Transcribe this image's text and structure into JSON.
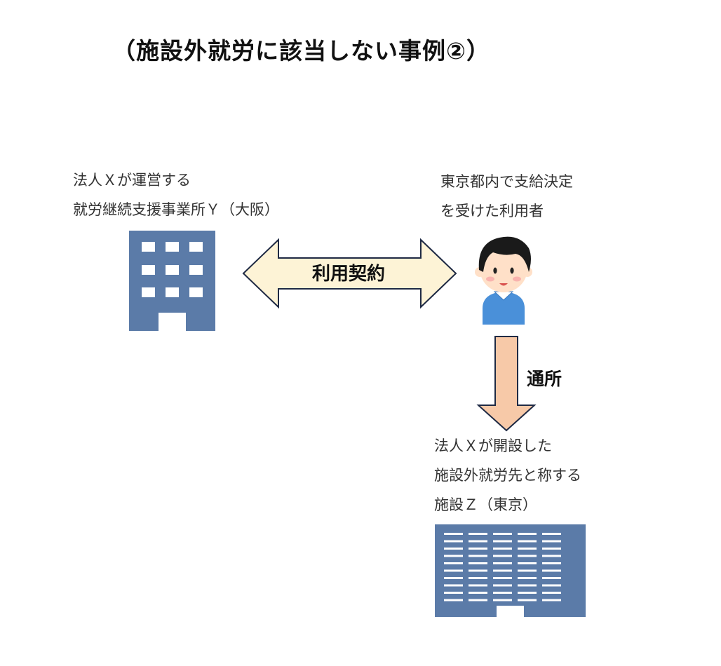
{
  "title": "（施設外就労に該当しない事例②）",
  "office_y": {
    "lines": [
      "法人Ｘが運営する",
      "就労継続支援事業所Ｙ（大阪）"
    ],
    "icon": "office-building-icon"
  },
  "user": {
    "lines": [
      "東京都内で支給決定",
      "を受けた利用者"
    ],
    "icon": "person-icon"
  },
  "facility_z": {
    "lines": [
      "法人Ｘが開設した",
      "施設外就労先と称する",
      "施設Ｚ（東京）"
    ],
    "icon": "large-building-icon"
  },
  "contract_arrow": {
    "label": "利用契約",
    "fill": "#FDF3D6"
  },
  "commute_arrow": {
    "label": "通所",
    "fill": "#F7C9A8"
  },
  "colors": {
    "building": "#5B7BA8",
    "stroke": "#1F2A44",
    "shirt": "#4A90D9",
    "hair": "#1A1A1A",
    "skin": "#FFE0C8"
  }
}
